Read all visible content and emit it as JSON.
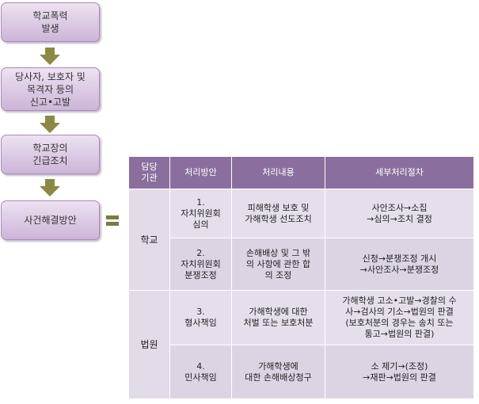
{
  "flow": {
    "steps": [
      "학교폭력\n발생",
      "당사자, 보호자 및\n목격자 등의\n신고•고발",
      "학교장의\n긴급조치",
      "사건해결방안"
    ]
  },
  "table": {
    "headers": [
      "담당\n기관",
      "처리방안",
      "처리내용",
      "세부처리절차"
    ],
    "groups": [
      {
        "org": "학교",
        "rows": [
          {
            "method": "1.\n자치위원회\n심의",
            "content": "피해학생 보호 및\n가해학생 선도조치",
            "detail": "사안조사→소집\n→심의→조치 결정"
          },
          {
            "method": "2.\n자치위원회\n분쟁조정",
            "content": "손해배상 및  그 밖\n의 사항에 관한 합\n의 조정",
            "detail": "신청→분쟁조정 개시\n→사안조사→분쟁조정"
          }
        ]
      },
      {
        "org": "법원",
        "rows": [
          {
            "method": "3.\n형사책임",
            "content": "가해학생에 대한\n처벌 또는 보호처분",
            "detail": "가해학생 고소•고발→경찰의 수\n사→검사의 기소→법원의 판결\n(보호처분의 경우는 송치 또는\n통고→법원의 판결)"
          },
          {
            "method": "4.\n민사책임",
            "content": "가해학생에\n대한 손해배상청구",
            "detail": "소 제기→(조정)\n→재판→법원의 판결"
          }
        ]
      }
    ]
  },
  "colors": {
    "step_fill": "#d9c7e1",
    "header_fill": "#8a6f9e",
    "cell_fill": "#e3dbe8",
    "arrow": "#8a8a44"
  }
}
